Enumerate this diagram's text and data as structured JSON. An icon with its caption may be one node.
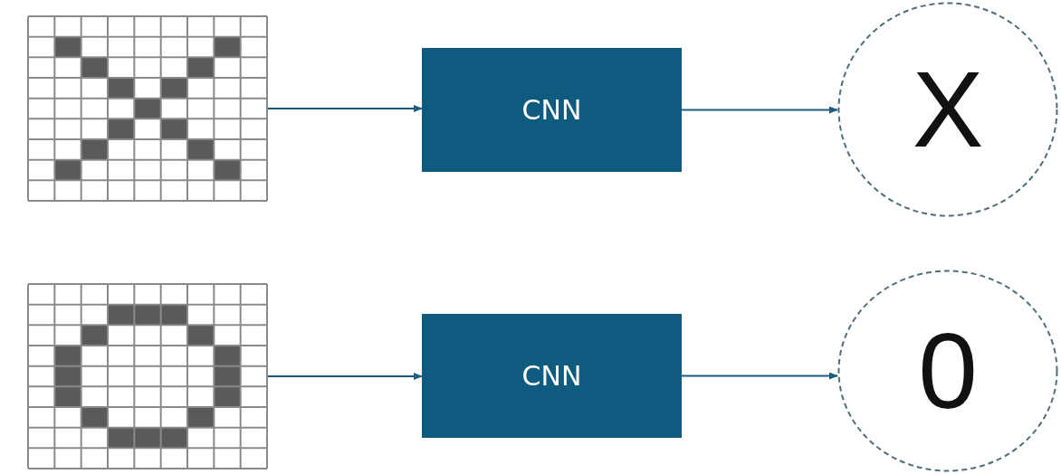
{
  "diagram": {
    "nodes": [
      {
        "text": [],
        "shape": "picture"
      },
      {
        "text": [
          "CNN"
        ]
      },
      {
        "text": [
          "X"
        ]
      },
      {
        "text": [],
        "shape": "picture"
      },
      {
        "text": [
          "CNN"
        ]
      },
      {
        "text": [
          "0"
        ]
      }
    ],
    "edges": [
      {
        "from": 0,
        "to": 1,
        "arrow": "to"
      },
      {
        "from": 1,
        "to": 2,
        "arrow": "to"
      },
      {
        "from": 3,
        "to": 4,
        "arrow": "to"
      },
      {
        "from": 4,
        "to": 5,
        "arrow": "to"
      }
    ]
  }
}
